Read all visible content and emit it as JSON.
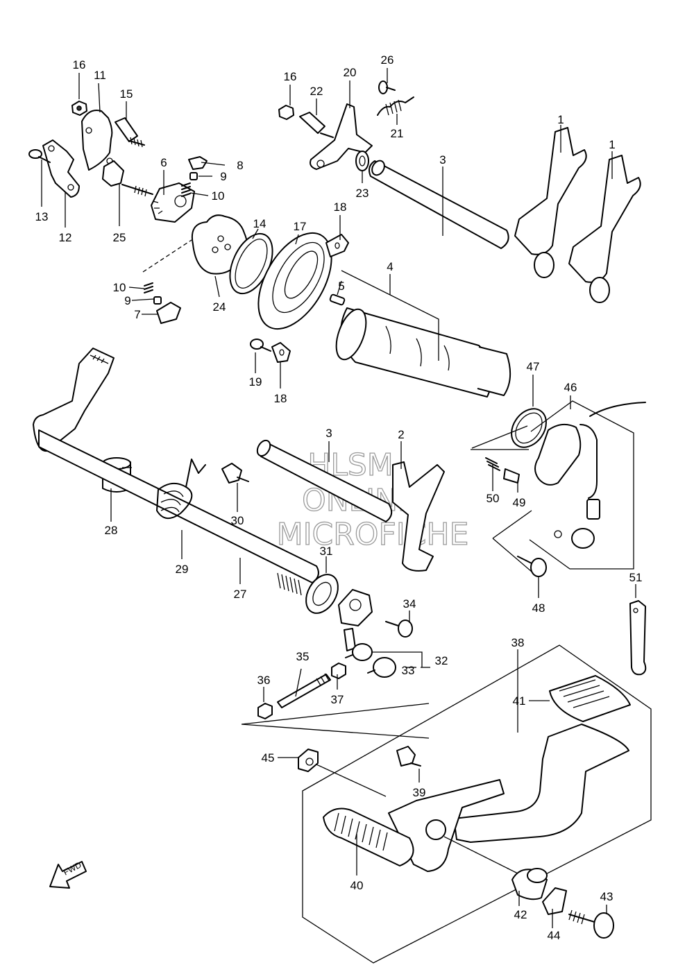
{
  "watermark": [
    "HLSM",
    "ONLINE",
    "MICROFICHE"
  ],
  "direction_label": "FWD",
  "callouts": [
    {
      "id": "c16a",
      "text": "16"
    },
    {
      "id": "c11",
      "text": "11"
    },
    {
      "id": "c15",
      "text": "15"
    },
    {
      "id": "c13",
      "text": "13"
    },
    {
      "id": "c12",
      "text": "12"
    },
    {
      "id": "c6",
      "text": "6"
    },
    {
      "id": "c8",
      "text": "8"
    },
    {
      "id": "c9a",
      "text": "9"
    },
    {
      "id": "c10a",
      "text": "10"
    },
    {
      "id": "c25",
      "text": "25"
    },
    {
      "id": "c14",
      "text": "14"
    },
    {
      "id": "c17",
      "text": "17"
    },
    {
      "id": "c24",
      "text": "24"
    },
    {
      "id": "c10b",
      "text": "10"
    },
    {
      "id": "c9b",
      "text": "9"
    },
    {
      "id": "c7",
      "text": "7"
    },
    {
      "id": "c16b",
      "text": "16"
    },
    {
      "id": "c22",
      "text": "22"
    },
    {
      "id": "c20",
      "text": "20"
    },
    {
      "id": "c26",
      "text": "26"
    },
    {
      "id": "c21",
      "text": "21"
    },
    {
      "id": "c23",
      "text": "23"
    },
    {
      "id": "c3a",
      "text": "3"
    },
    {
      "id": "c1a",
      "text": "1"
    },
    {
      "id": "c1b",
      "text": "1"
    },
    {
      "id": "c18a",
      "text": "18"
    },
    {
      "id": "c4",
      "text": "4"
    },
    {
      "id": "c5",
      "text": "5"
    },
    {
      "id": "c19",
      "text": "19"
    },
    {
      "id": "c18b",
      "text": "18"
    },
    {
      "id": "c47",
      "text": "47"
    },
    {
      "id": "c46",
      "text": "46"
    },
    {
      "id": "c3b",
      "text": "3"
    },
    {
      "id": "c2",
      "text": "2"
    },
    {
      "id": "c50",
      "text": "50"
    },
    {
      "id": "c49",
      "text": "49"
    },
    {
      "id": "c28",
      "text": "28"
    },
    {
      "id": "c30",
      "text": "30"
    },
    {
      "id": "c29",
      "text": "29"
    },
    {
      "id": "c31",
      "text": "31"
    },
    {
      "id": "c27",
      "text": "27"
    },
    {
      "id": "c48",
      "text": "48"
    },
    {
      "id": "c34",
      "text": "34"
    },
    {
      "id": "c51",
      "text": "51"
    },
    {
      "id": "c38",
      "text": "38"
    },
    {
      "id": "c35",
      "text": "35"
    },
    {
      "id": "c32",
      "text": "32"
    },
    {
      "id": "c33",
      "text": "33"
    },
    {
      "id": "c36",
      "text": "36"
    },
    {
      "id": "c37",
      "text": "37"
    },
    {
      "id": "c41",
      "text": "41"
    },
    {
      "id": "c45",
      "text": "45"
    },
    {
      "id": "c39",
      "text": "39"
    },
    {
      "id": "c40",
      "text": "40"
    },
    {
      "id": "c42",
      "text": "42"
    },
    {
      "id": "c43",
      "text": "43"
    },
    {
      "id": "c44",
      "text": "44"
    }
  ]
}
